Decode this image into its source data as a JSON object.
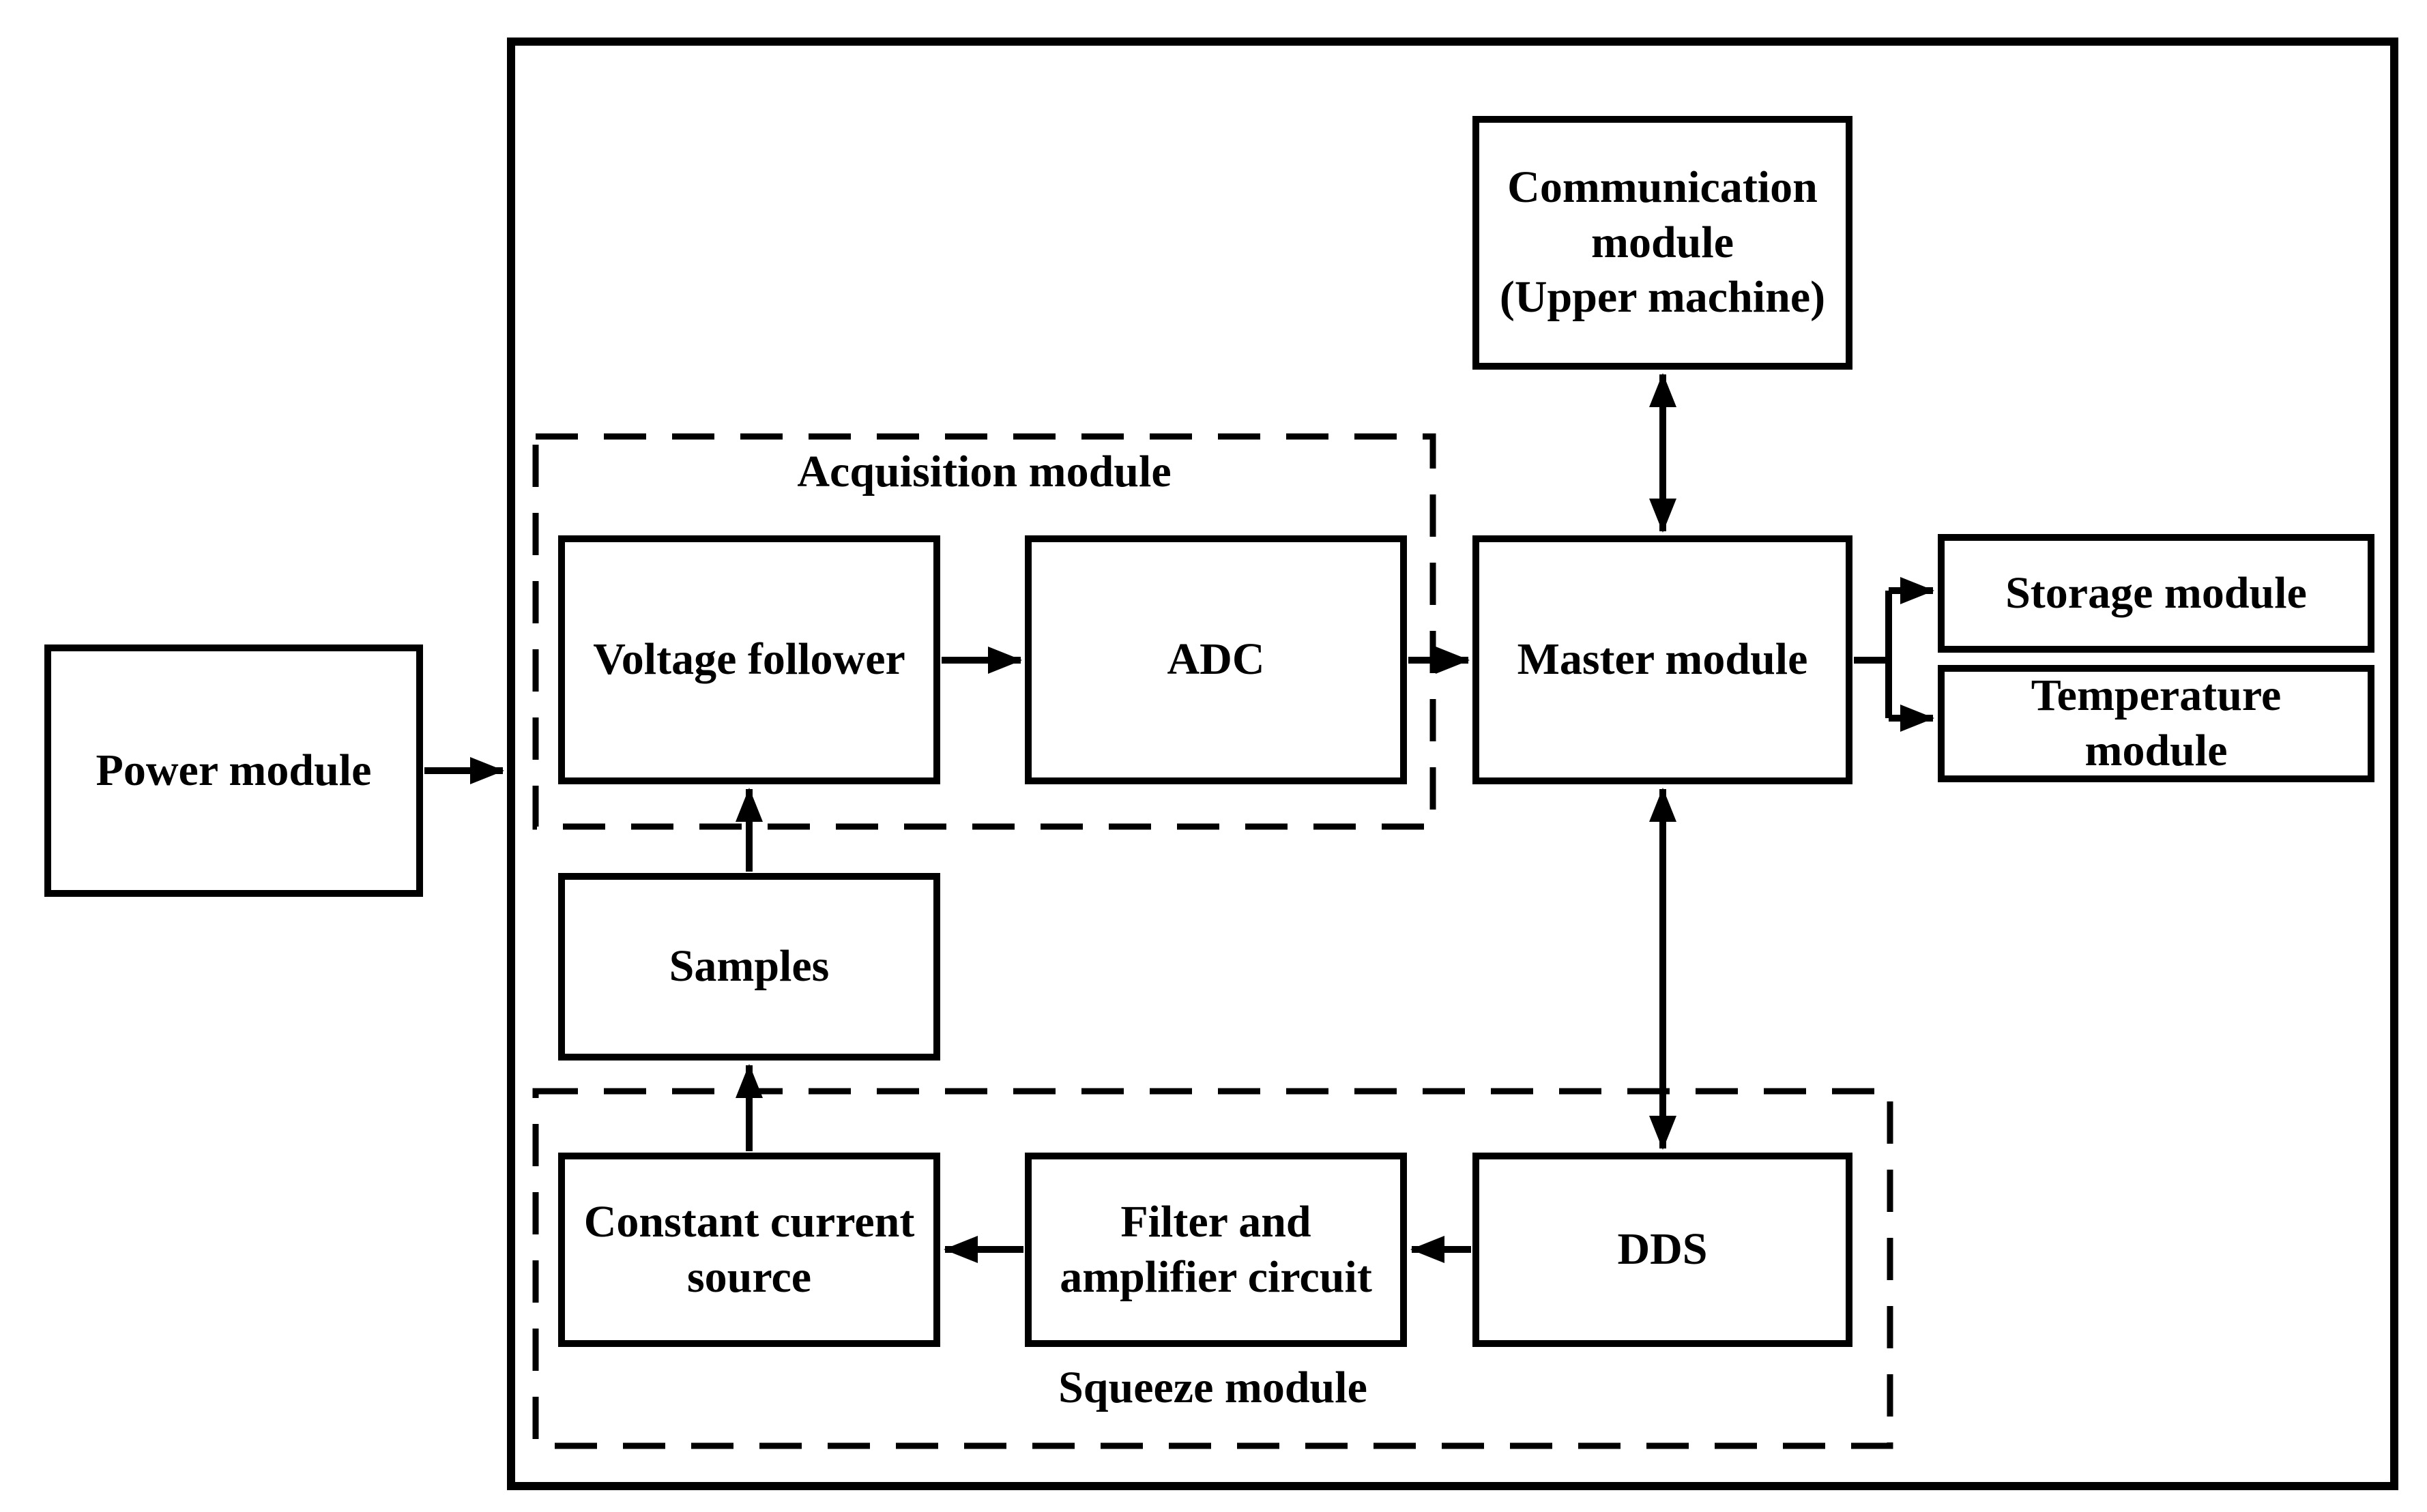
{
  "diagram": {
    "nodes": {
      "power": {
        "label": "Power module"
      },
      "communication": {
        "label": "Communication\nmodule\n(Upper machine)"
      },
      "voltage_follower": {
        "label": "Voltage follower"
      },
      "adc": {
        "label": "ADC"
      },
      "master": {
        "label": "Master module"
      },
      "storage": {
        "label": "Storage module"
      },
      "temperature": {
        "label": "Temperature\nmodule"
      },
      "samples": {
        "label": "Samples"
      },
      "constant_current_source": {
        "label": "Constant current\nsource"
      },
      "filter_amplifier": {
        "label": "Filter and\namplifier circuit"
      },
      "dds": {
        "label": "DDS"
      }
    },
    "groups": {
      "acquisition": {
        "label": "Acquisition module"
      },
      "squeeze": {
        "label": "Squeeze module"
      }
    },
    "edges": [
      {
        "from": "power",
        "to": "system_boundary",
        "type": "arrow"
      },
      {
        "from": "voltage_follower",
        "to": "adc",
        "type": "arrow"
      },
      {
        "from": "adc",
        "to": "master",
        "type": "arrow"
      },
      {
        "from": "communication",
        "to": "master",
        "type": "double-arrow"
      },
      {
        "from": "master",
        "to": "dds",
        "type": "double-arrow"
      },
      {
        "from": "master",
        "to": "storage",
        "type": "arrow"
      },
      {
        "from": "master",
        "to": "temperature",
        "type": "arrow"
      },
      {
        "from": "dds",
        "to": "filter_amplifier",
        "type": "arrow"
      },
      {
        "from": "filter_amplifier",
        "to": "constant_current_source",
        "type": "arrow"
      },
      {
        "from": "constant_current_source",
        "to": "samples",
        "type": "arrow"
      },
      {
        "from": "samples",
        "to": "voltage_follower",
        "type": "arrow"
      }
    ],
    "colors": {
      "line": "#000000",
      "background": "#ffffff",
      "box_fill": "#ffffff"
    }
  }
}
